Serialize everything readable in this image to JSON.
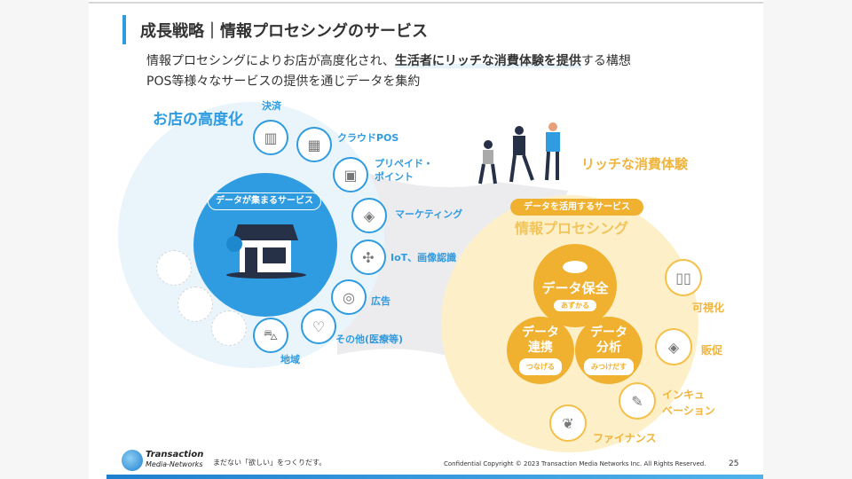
{
  "header": {
    "title": "成長戦略｜情報プロセシングのサービス"
  },
  "subtitle": {
    "line1_pre": "情報プロセシングによりお店が高度化され、",
    "line1_bold": "生活者にリッチな消費体験を提供",
    "line1_post": "する構想",
    "line2": "POS等様々なサービスの提供を通じデータを集約"
  },
  "left": {
    "heading": "お店の高度化",
    "pill": "データが集まるサービス",
    "items": [
      {
        "label": "決済",
        "icon": "payment-terminal-icon"
      },
      {
        "label": "クラウドPOS",
        "icon": "cash-register-icon"
      },
      {
        "label": "プリペイド・\nポイント",
        "label_a": "プリペイド・",
        "label_b": "ポイント",
        "icon": "id-card-icon"
      },
      {
        "label": "マーケティング",
        "icon": "tag-icon"
      },
      {
        "label": "IoT、画像認識",
        "icon": "network-icon"
      },
      {
        "label": "広告",
        "icon": "audience-search-icon"
      },
      {
        "label": "その他(医療等)",
        "icon": "heart-hand-icon"
      },
      {
        "label": "地域",
        "icon": "car-icon"
      }
    ]
  },
  "right": {
    "heading": "リッチな消費体験",
    "pill": "データを活用するサービス",
    "title": "情報プロセシング",
    "core": [
      {
        "title": "データ保全",
        "sub": "あずかる"
      },
      {
        "title1": "データ",
        "title2": "連携",
        "sub": "つなげる"
      },
      {
        "title1": "データ",
        "title2": "分析",
        "sub": "みつけだす"
      }
    ],
    "items": [
      {
        "label": "可視化",
        "icon": "bar-chart-icon"
      },
      {
        "label": "販促",
        "icon": "tag-icon"
      },
      {
        "label_a": "インキュ",
        "label_b": "ベーション",
        "icon": "pencil-icon"
      },
      {
        "label": "ファイナンス",
        "icon": "wing-icon"
      }
    ]
  },
  "footer": {
    "logo_a": "Transaction",
    "logo_b": "Media-Networks",
    "tagline": "まだない「欲しい」をつくりだす。",
    "copyright": "Confidential  Copyright © 2023 Transaction Media Networks Inc. All Rights Reserved.",
    "page": "25"
  },
  "colors": {
    "blue": "#2f9be0",
    "yellow": "#f0b030"
  }
}
